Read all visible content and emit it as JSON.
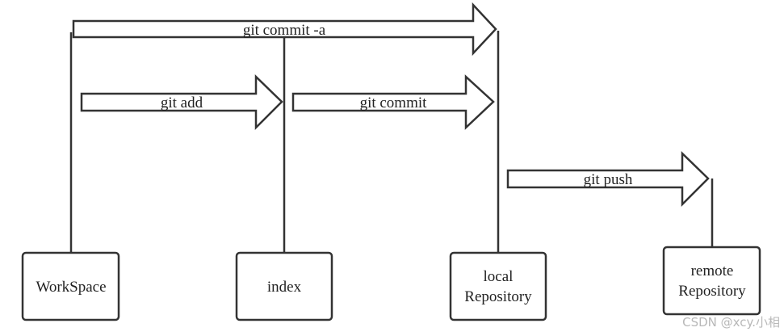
{
  "diagram": {
    "nodes": [
      {
        "id": "workspace",
        "lines": [
          "WorkSpace"
        ]
      },
      {
        "id": "index",
        "lines": [
          "index"
        ]
      },
      {
        "id": "local-repository",
        "lines": [
          "local",
          "Repository"
        ]
      },
      {
        "id": "remote-repository",
        "lines": [
          "remote",
          "Repository"
        ]
      }
    ],
    "edges": [
      {
        "id": "git-commit-a",
        "from": "workspace",
        "to": "local-repository",
        "label": "git commit -a"
      },
      {
        "id": "git-add",
        "from": "workspace",
        "to": "index",
        "label": "git add"
      },
      {
        "id": "git-commit",
        "from": "index",
        "to": "local-repository",
        "label": "git commit"
      },
      {
        "id": "git-push",
        "from": "local-repository",
        "to": "remote-repository",
        "label": "git push"
      }
    ]
  },
  "watermark": "CSDN @xcy.小相",
  "colors": {
    "stroke": "#333333",
    "background": "#ffffff",
    "watermark": "#b8b8b8"
  }
}
